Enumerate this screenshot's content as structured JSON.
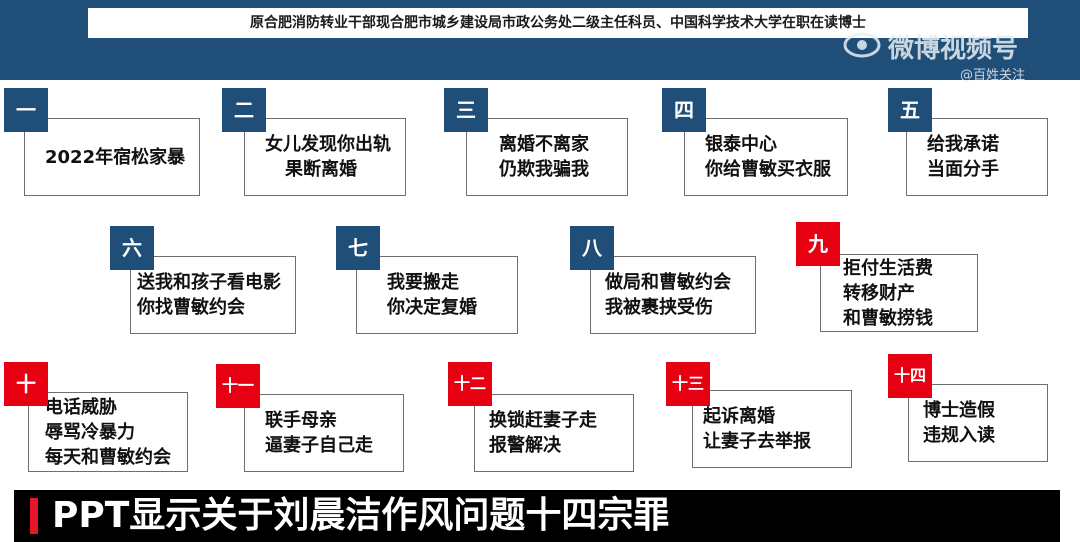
{
  "header": {
    "text": "原合肥消防转业干部现合肥市城乡建设局市政公务处二级主任科员、中国科学技术大学在职在读博士"
  },
  "watermark": {
    "platform": "微博视频号",
    "account": "@百姓关注",
    "icon": "weibo-eye-icon"
  },
  "colors": {
    "blue_badge": "#1f4e79",
    "red_badge": "#e60012",
    "subtitle_mark": "#e8142a"
  },
  "items": [
    {
      "num": "一",
      "color": "blue",
      "lines": [
        "2022年宿松家暴"
      ]
    },
    {
      "num": "二",
      "color": "blue",
      "lines": [
        "女儿发现你出轨",
        "果断离婚"
      ]
    },
    {
      "num": "三",
      "color": "blue",
      "lines": [
        "离婚不离家",
        "仍欺我骗我"
      ]
    },
    {
      "num": "四",
      "color": "blue",
      "lines": [
        "银泰中心",
        "你给曹敏买衣服"
      ]
    },
    {
      "num": "五",
      "color": "blue",
      "lines": [
        "给我承诺",
        "当面分手"
      ]
    },
    {
      "num": "六",
      "color": "blue",
      "lines": [
        "送我和孩子看电影",
        "你找曹敏约会"
      ]
    },
    {
      "num": "七",
      "color": "blue",
      "lines": [
        "我要搬走",
        "你决定复婚"
      ]
    },
    {
      "num": "八",
      "color": "blue",
      "lines": [
        "做局和曹敏约会",
        "我被裹挟受伤"
      ]
    },
    {
      "num": "九",
      "color": "red",
      "lines": [
        "拒付生活费",
        "转移财产",
        "和曹敏捞钱"
      ]
    },
    {
      "num": "十",
      "color": "red",
      "lines": [
        "电话威胁",
        "辱骂冷暴力",
        "每天和曹敏约会"
      ]
    },
    {
      "num": "十一",
      "color": "red",
      "lines": [
        "联手母亲",
        "逼妻子自己走"
      ]
    },
    {
      "num": "十二",
      "color": "red",
      "lines": [
        "换锁赶妻子走",
        "报警解决"
      ]
    },
    {
      "num": "十三",
      "color": "red",
      "lines": [
        "起诉离婚",
        "让妻子去举报"
      ]
    },
    {
      "num": "十四",
      "color": "red",
      "lines": [
        "博士造假",
        "违规入读"
      ]
    }
  ],
  "subtitle": {
    "text": "PPT显示关于刘晨洁作风问题十四宗罪"
  }
}
